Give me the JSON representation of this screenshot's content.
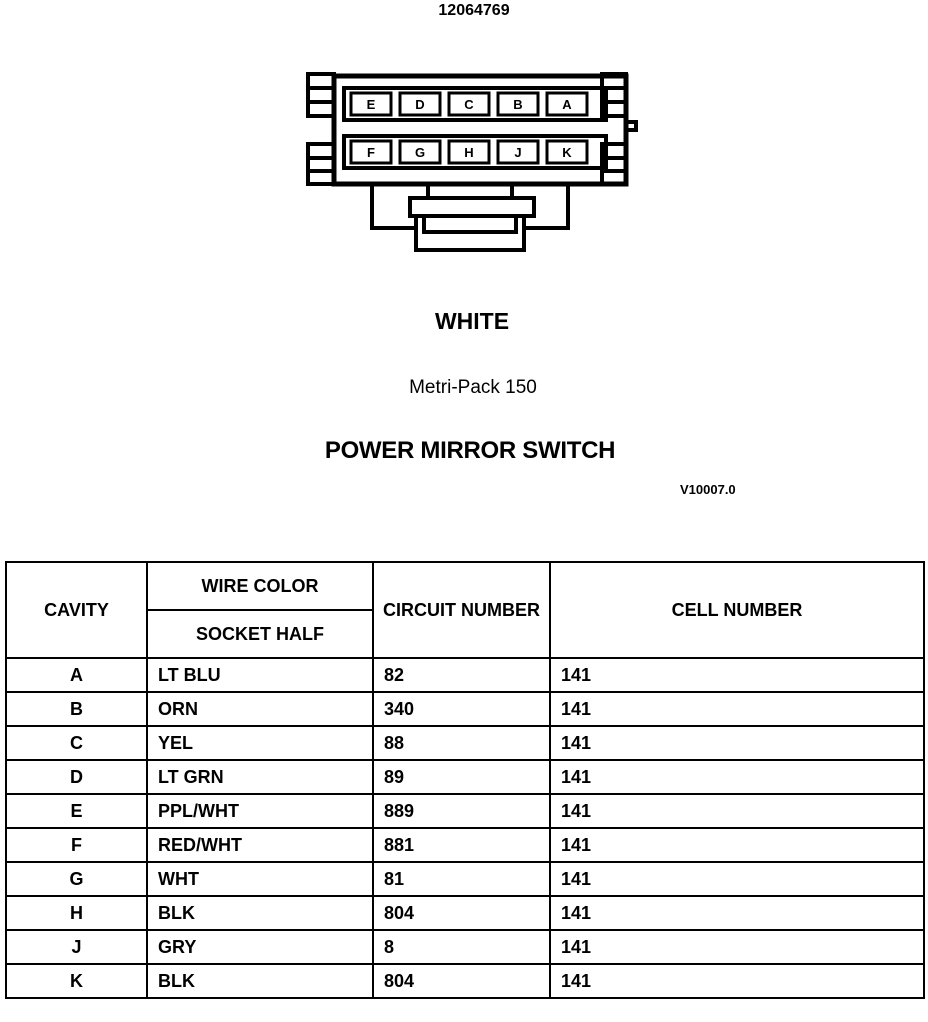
{
  "part_number": "12064769",
  "connector": {
    "top_row": [
      "E",
      "D",
      "C",
      "B",
      "A"
    ],
    "bottom_row": [
      "F",
      "G",
      "H",
      "J",
      "K"
    ]
  },
  "color": "WHITE",
  "family": "Metri-Pack 150",
  "title": "POWER MIRROR SWITCH",
  "view_code": "V10007.0",
  "table": {
    "headers": {
      "cavity": "CAVITY",
      "wire_color": "WIRE COLOR",
      "socket_half": "SOCKET HALF",
      "circuit": "CIRCUIT NUMBER",
      "cell": "CELL NUMBER"
    },
    "rows": [
      {
        "cavity": "A",
        "wire": "LT BLU",
        "circuit": "82",
        "cell": "141"
      },
      {
        "cavity": "B",
        "wire": "ORN",
        "circuit": "340",
        "cell": "141"
      },
      {
        "cavity": "C",
        "wire": "YEL",
        "circuit": "88",
        "cell": "141"
      },
      {
        "cavity": "D",
        "wire": "LT GRN",
        "circuit": "89",
        "cell": "141"
      },
      {
        "cavity": "E",
        "wire": "PPL/WHT",
        "circuit": "889",
        "cell": "141"
      },
      {
        "cavity": "F",
        "wire": "RED/WHT",
        "circuit": "881",
        "cell": "141"
      },
      {
        "cavity": "G",
        "wire": "WHT",
        "circuit": "81",
        "cell": "141"
      },
      {
        "cavity": "H",
        "wire": "BLK",
        "circuit": "804",
        "cell": "141"
      },
      {
        "cavity": "J",
        "wire": "GRY",
        "circuit": "8",
        "cell": "141"
      },
      {
        "cavity": "K",
        "wire": "BLK",
        "circuit": "804",
        "cell": "141"
      }
    ]
  }
}
